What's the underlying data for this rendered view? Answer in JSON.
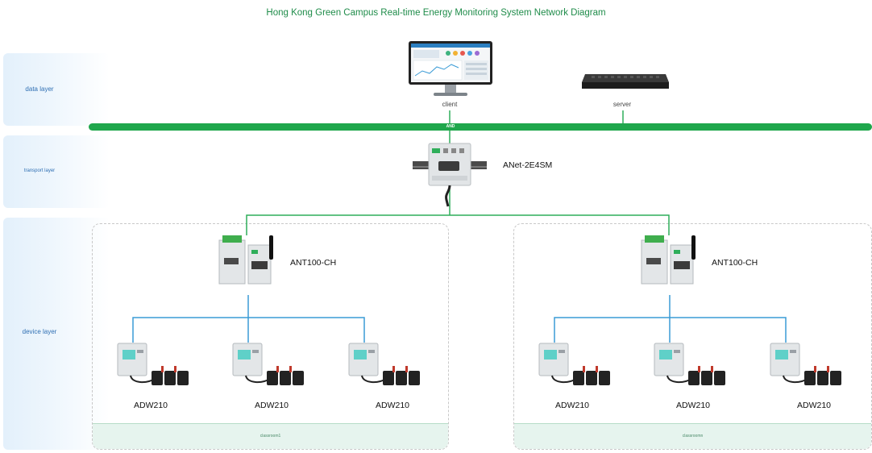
{
  "title": "Hong Kong Green Campus Real-time Energy Monitoring System Network Diagram",
  "layers": {
    "data": "data layer",
    "transport": "transport layer",
    "device": "device layer"
  },
  "data_layer": {
    "client_label": "client",
    "server_label": "server"
  },
  "bus_label": "AND",
  "gateway": {
    "label": "ANet-2E4SM"
  },
  "groups": [
    {
      "collector": "ANT100-CH",
      "meters": [
        "ADW210",
        "ADW210",
        "ADW210"
      ],
      "room": "classroom1"
    },
    {
      "collector": "ANT100-CH",
      "meters": [
        "ADW210",
        "ADW210",
        "ADW210"
      ],
      "room": "classroomn"
    }
  ],
  "colors": {
    "title": "#1f8c4a",
    "bus": "#1fa74c",
    "green_wire": "#2fae5a",
    "blue_wire": "#3a9bd6",
    "layer_text": "#2f6fb3"
  }
}
